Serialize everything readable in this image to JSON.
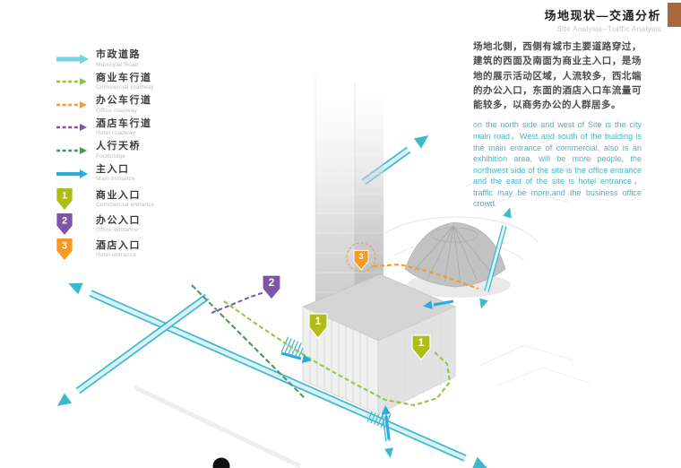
{
  "header": {
    "title_zh": "场地现状—交通分析",
    "title_en": "Site Analysis--Traffic Analysis",
    "tab_color": "#a9683a"
  },
  "legend": {
    "items": [
      {
        "zh": "市政道路",
        "en": "Municipal Road",
        "glyph": "arrow-solid",
        "color": "#76d4e0"
      },
      {
        "zh": "商业车行道",
        "en": "Commercial roadway",
        "glyph": "arrow-dashed",
        "color": "#8dc63f"
      },
      {
        "zh": "办公车行道",
        "en": "Office roadway",
        "glyph": "arrow-dashed",
        "color": "#f59a23"
      },
      {
        "zh": "酒店车行道",
        "en": "Hotel roadway",
        "glyph": "arrow-dashed",
        "color": "#7d55a5"
      },
      {
        "zh": "人行天桥",
        "en": "Footbridge",
        "glyph": "arrow-dashed",
        "color": "#3e9b4f"
      },
      {
        "zh": "主入口",
        "en": "Main entrance",
        "glyph": "arrow-solid",
        "color": "#29abe2"
      },
      {
        "zh": "商业入口",
        "en": "Commercial entrance",
        "glyph": "pin",
        "number": "1",
        "color": "#b0bd16"
      },
      {
        "zh": "办公入口",
        "en": "Office entrance",
        "glyph": "pin",
        "number": "2",
        "color": "#7d55a5"
      },
      {
        "zh": "酒店入口",
        "en": "Hotel entrance",
        "glyph": "pin",
        "number": "3",
        "color": "#f59a23"
      }
    ]
  },
  "description": {
    "zh": "场地北侧，西侧有城市主要道路穿过，建筑的西面及南面为商业主入口，是场地的展示活动区域，人流较多，西北端的办公入口，东面的酒店入口车流量可能较多，以商务办公的人群居多。",
    "en": "on the north side and west of Site is the city main road，West and south of the building is the main entrance of commercial, also is an exhibition area, will be more people, the northwest side of the site is the office entrance and the east of the site is hotel entrance，traffic may be more,and the business office crowd."
  },
  "diagram": {
    "road_color": "#3db8cc",
    "markers": [
      {
        "number": "2",
        "type": "office-entrance",
        "color": "#7d55a5"
      },
      {
        "number": "1",
        "type": "commercial-entrance",
        "color": "#b0bd16"
      },
      {
        "number": "3",
        "type": "hotel-entrance",
        "color": "#f59a23"
      },
      {
        "number": "1",
        "type": "commercial-entrance",
        "color": "#b0bd16"
      }
    ]
  }
}
